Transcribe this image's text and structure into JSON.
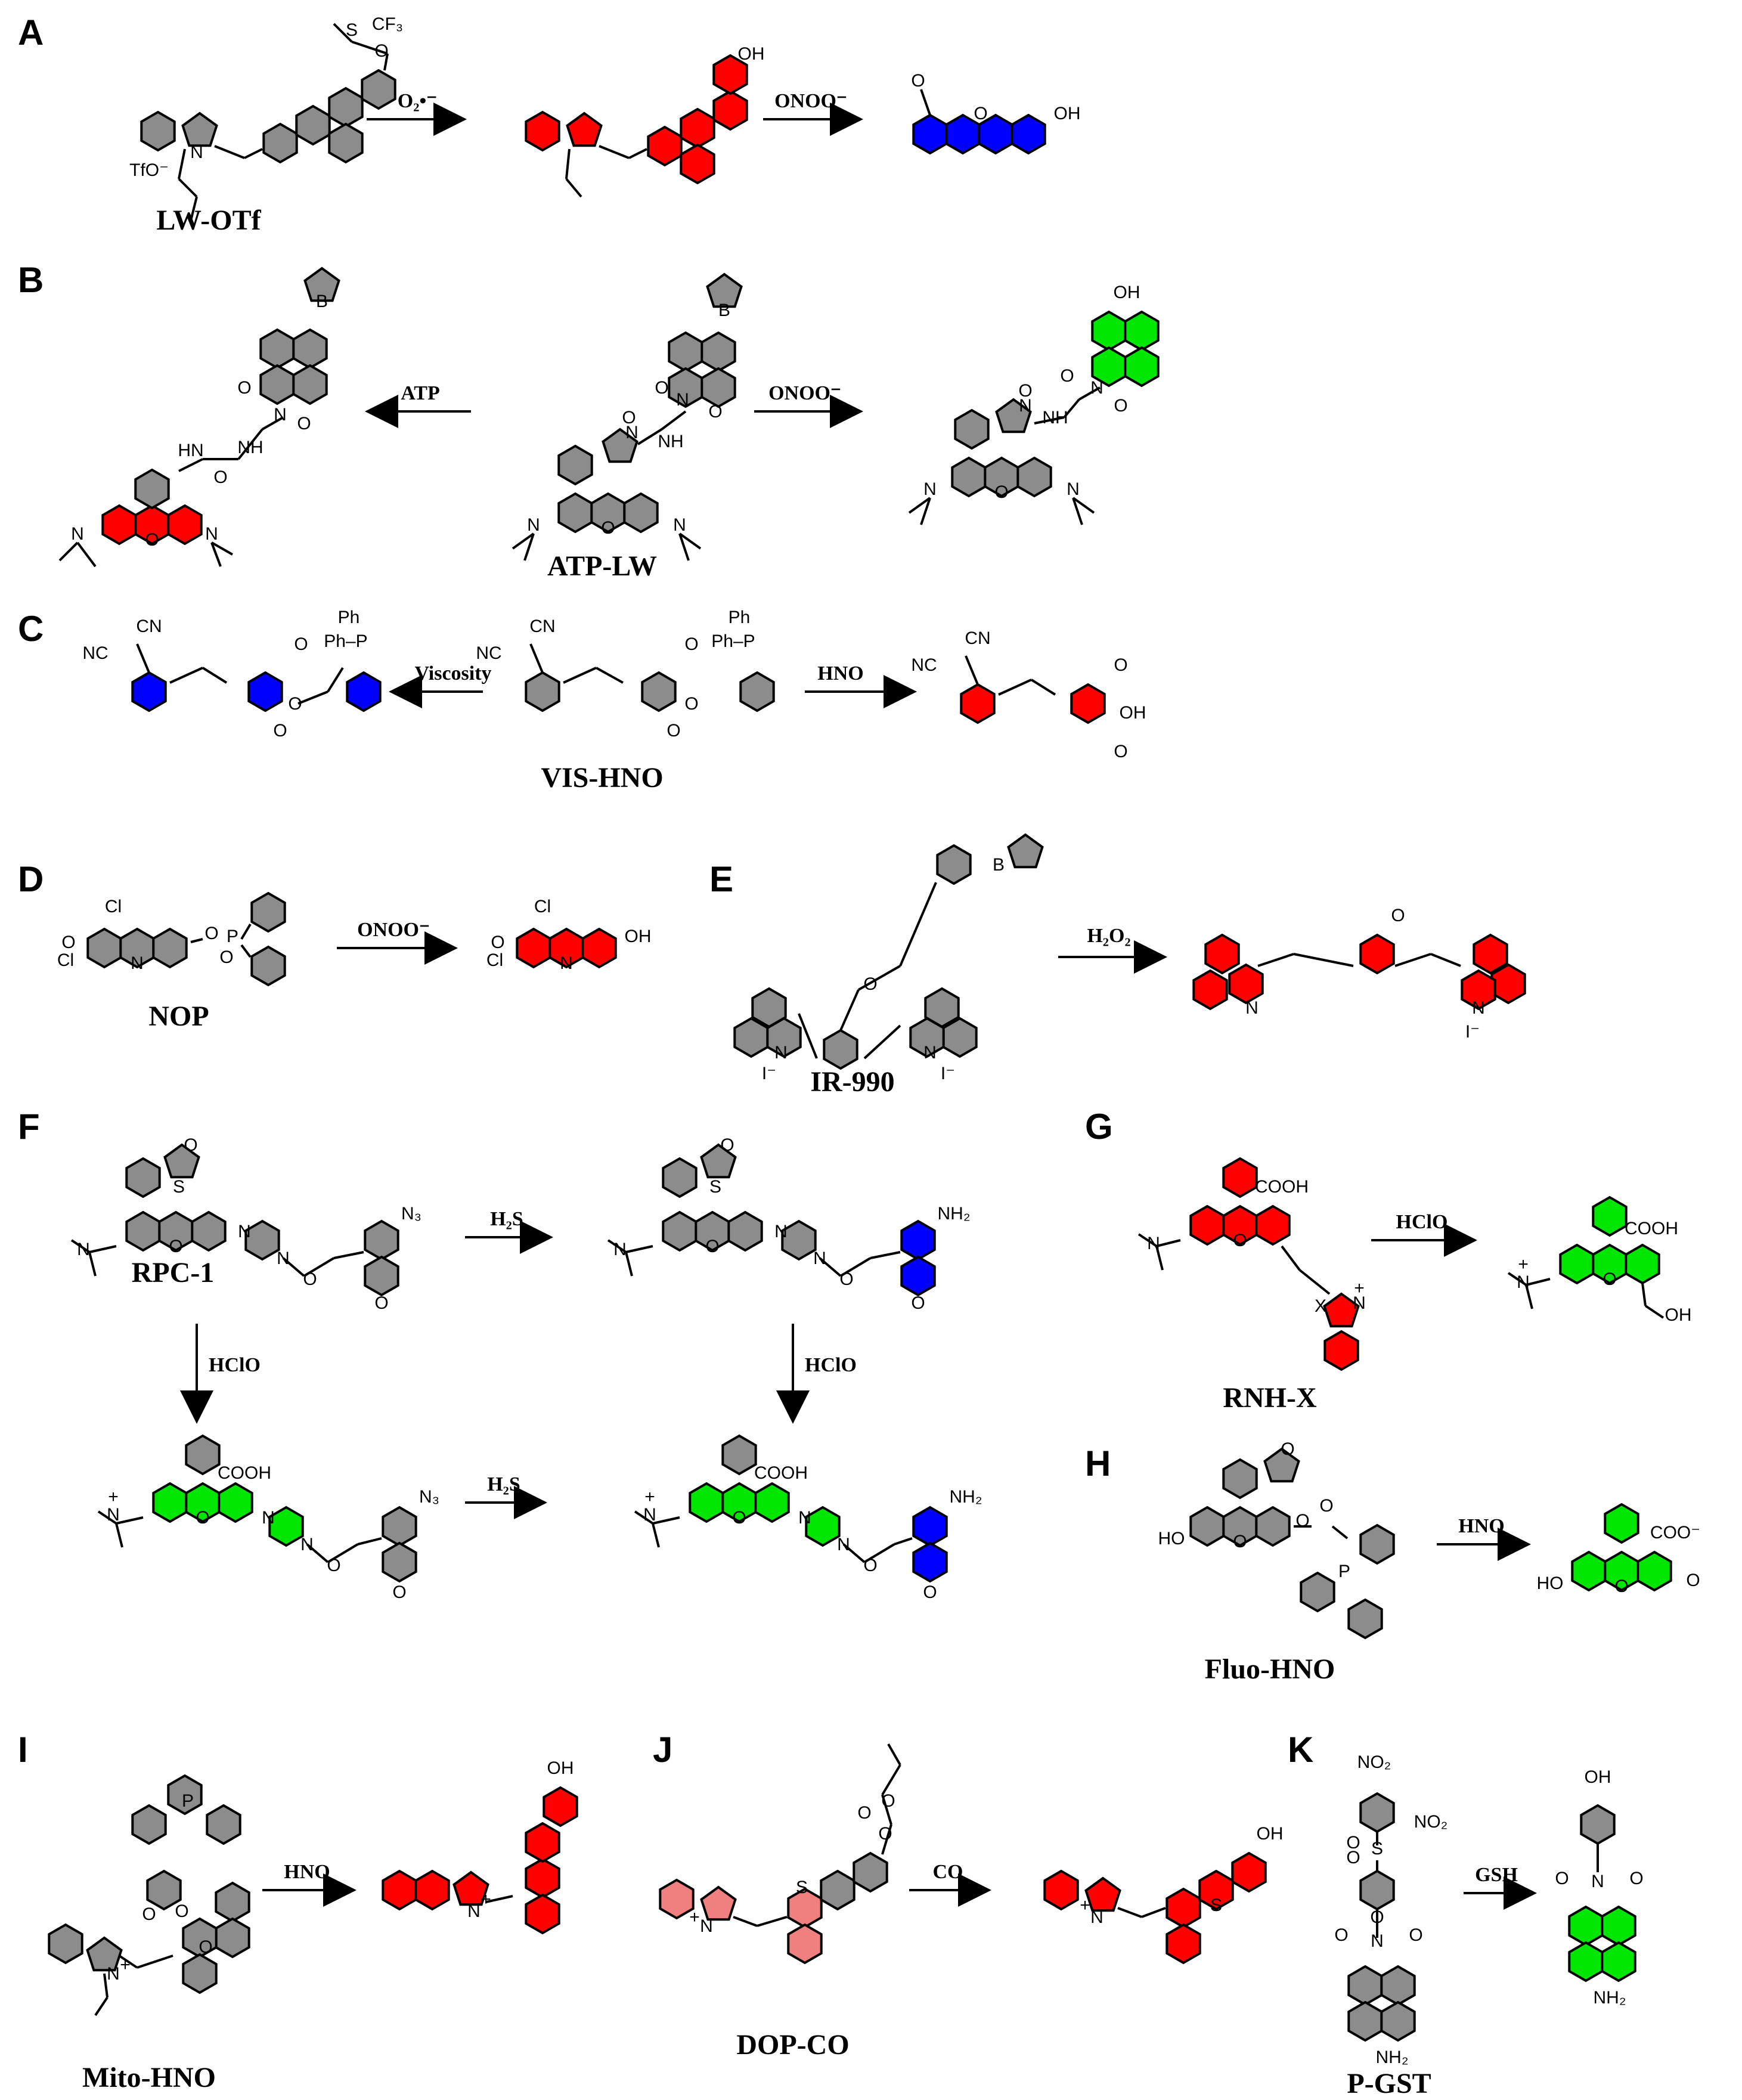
{
  "colors": {
    "gray": "#8c8c8c",
    "red": "#ff0000",
    "blue": "#0000ff",
    "green": "#00e600",
    "pink": "#f08080",
    "black": "#000000"
  },
  "panels": [
    {
      "id": "A",
      "label": "A",
      "probe": "LW-OTf",
      "reagents": [
        "O₂•⁻",
        "ONOO⁻"
      ]
    },
    {
      "id": "B",
      "label": "B",
      "probe": "ATP-LW",
      "reagents": [
        "ATP",
        "ONOO⁻"
      ]
    },
    {
      "id": "C",
      "label": "C",
      "probe": "VIS-HNO",
      "reagents": [
        "Viscosity",
        "HNO"
      ]
    },
    {
      "id": "D",
      "label": "D",
      "probe": "NOP",
      "reagents": [
        "ONOO⁻"
      ]
    },
    {
      "id": "E",
      "label": "E",
      "probe": "IR-990",
      "reagents": [
        "H₂O₂"
      ]
    },
    {
      "id": "F",
      "label": "F",
      "probe": "RPC-1",
      "reagents": [
        "H₂S",
        "HClO",
        "HClO",
        "H₂S"
      ]
    },
    {
      "id": "G",
      "label": "G",
      "probe": "RNH-X",
      "reagents": [
        "HClO"
      ]
    },
    {
      "id": "H",
      "label": "H",
      "probe": "Fluo-HNO",
      "reagents": [
        "HNO"
      ]
    },
    {
      "id": "I",
      "label": "I",
      "probe": "Mito-HNO",
      "reagents": [
        "HNO"
      ]
    },
    {
      "id": "J",
      "label": "J",
      "probe": "DOP-CO",
      "reagents": [
        "CO"
      ]
    },
    {
      "id": "K",
      "label": "K",
      "probe": "P-GST",
      "reagents": [
        "GSH"
      ]
    }
  ],
  "atom_labels": {
    "oh": "OH",
    "o": "O",
    "n": "N",
    "cn": "CN",
    "nc": "NC",
    "ph": "Ph",
    "ph_p": "Ph–P",
    "p": "P",
    "s": "S",
    "b": "B",
    "cl": "Cl",
    "nh": "NH",
    "hn": "HN",
    "nh2": "NH₂",
    "n3": "N₃",
    "no2": "NO₂",
    "cooh": "COOH",
    "coo_minus": "COO⁻",
    "ho": "HO",
    "cf3": "CF₃",
    "tfo": "TfO⁻",
    "iodide": "I⁻",
    "plus": "+",
    "so2": "S",
    "x": "X"
  }
}
